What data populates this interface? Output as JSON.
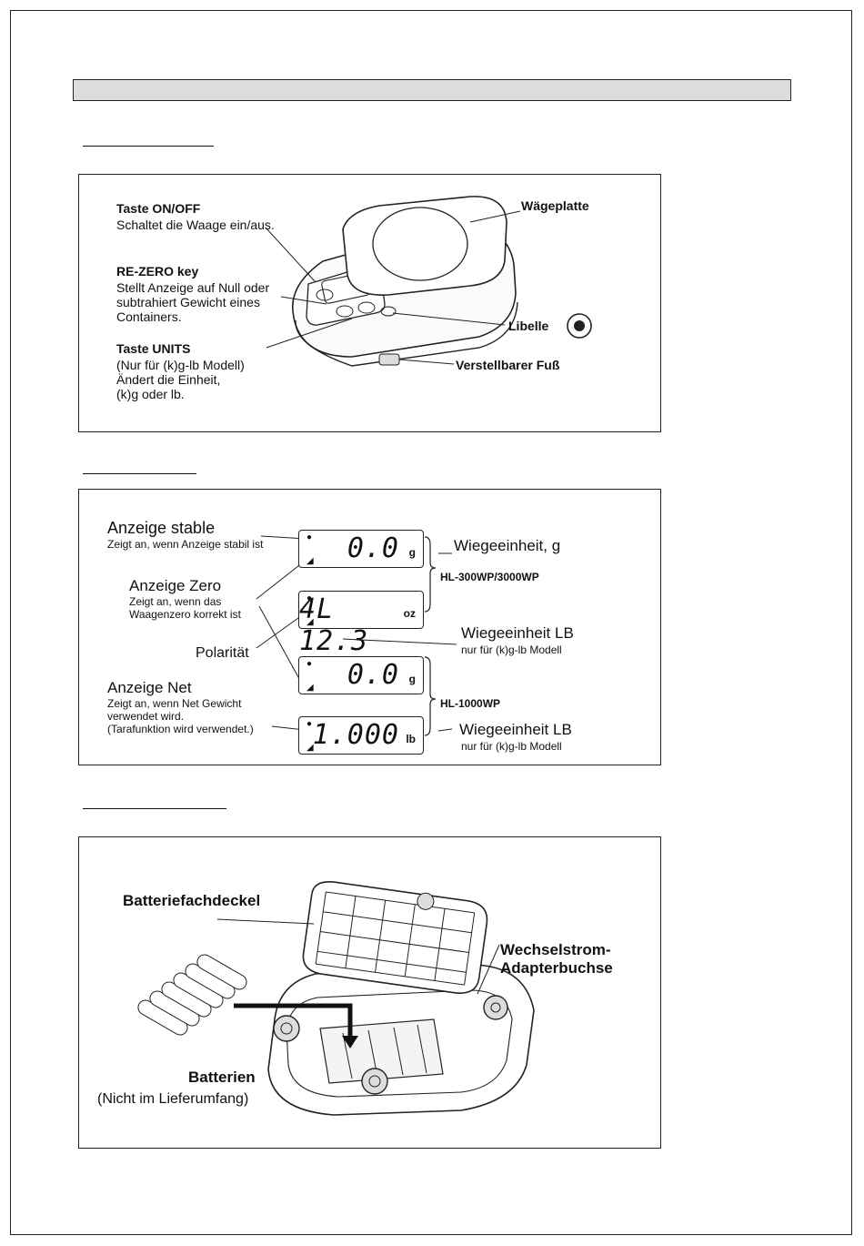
{
  "section1": {
    "wageplatte": "Wägeplatte",
    "onoff_title": "Taste ON/OFF",
    "onoff_desc": "Schaltet die Waage ein/aus.",
    "rezero_title": "RE-ZERO key",
    "rezero_desc": [
      "Stellt Anzeige auf Null oder",
      "subtrahiert Gewicht eines",
      "Containers."
    ],
    "units_title": "Taste UNITS",
    "units_desc": [
      "(Nur für (k)g-lb Modell)",
      "Ändert die Einheit,",
      "(k)g oder lb."
    ],
    "libelle": "Libelle",
    "fuss": "Verstellbarer Fuß"
  },
  "section2": {
    "stable_title": "Anzeige stable",
    "stable_desc": "Zeigt an, wenn Anzeige stabil ist",
    "zero_title": "Anzeige Zero",
    "zero_desc": [
      "Zeigt an, wenn das",
      "Waagenzero korrekt ist"
    ],
    "polaritaet": "Polarität",
    "net_title": "Anzeige Net",
    "net_desc": [
      "Zeigt an, wenn Net Gewicht",
      "verwendet wird.",
      "(Tarafunktion wird verwendet.)"
    ],
    "unit_g_label": "Wiegeeinheit, g",
    "model_a": "HL-300WP/3000WP",
    "unit_lb_label_1": "Wiegeeinheit LB",
    "unit_lb_note_1": "nur für (k)g-lb Modell",
    "model_b": "HL-1000WP",
    "unit_lb_label_2": "Wiegeeinheit LB",
    "unit_lb_note_2": "nur für (k)g-lb Modell",
    "displays": [
      {
        "value": "0.0",
        "unit": "g"
      },
      {
        "value": "4L 12.3",
        "unit": "oz"
      },
      {
        "value": "0.0",
        "unit": "g"
      },
      {
        "value": "1.000",
        "unit": "lb"
      }
    ]
  },
  "section3": {
    "deckel": "Batteriefachdeckel",
    "adapter": [
      "Wechselstrom-",
      "Adapterbuchse"
    ],
    "batterien": "Batterien",
    "batterien_note": "(Nicht im Lieferumfang)"
  }
}
